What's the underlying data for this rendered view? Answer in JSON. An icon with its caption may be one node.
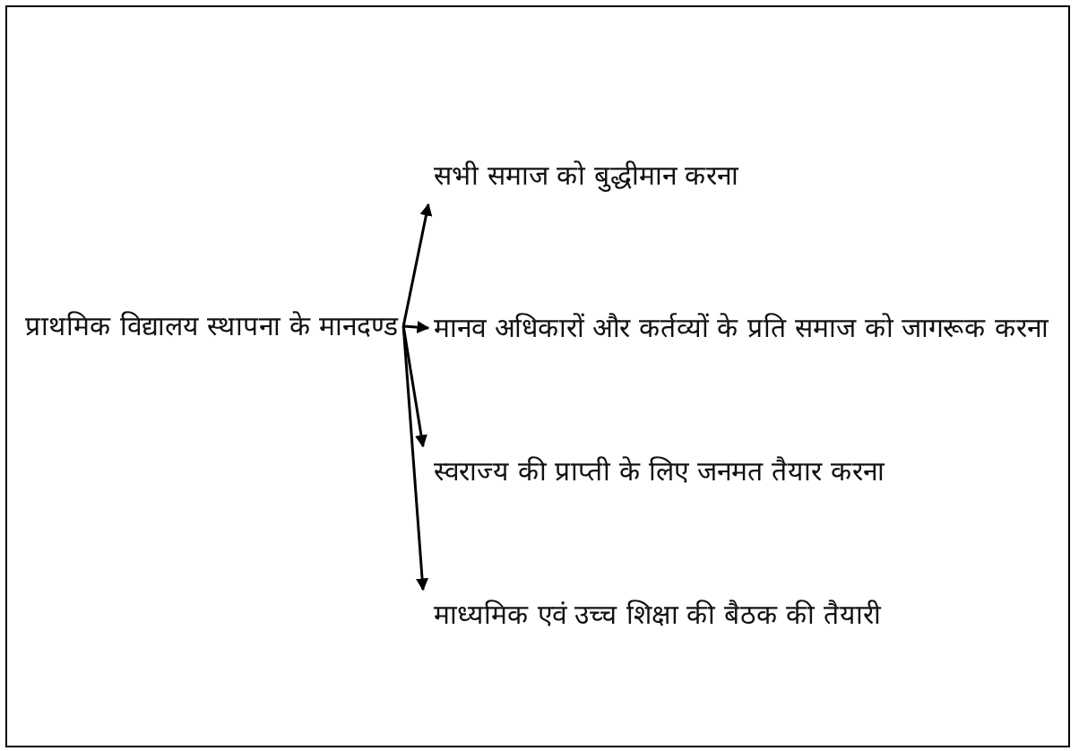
{
  "diagram": {
    "nodes": [
      {
        "text": [
          "प्राथमिक विद्यालय स्थापना के मानदण्ड"
        ]
      },
      {
        "text": [
          "सभी समाज को बुद्धीमान करना"
        ]
      },
      {
        "text": [
          "मानव अधिकारों और कर्तव्यों के प्रति समाज को जागरूक करना"
        ]
      },
      {
        "text": [
          "स्वराज्य की प्राप्ती के लिए जनमत तैयार करना"
        ]
      },
      {
        "text": [
          "माध्यमिक एवं उच्च शिक्षा की बैठक की तैयारी"
        ]
      }
    ],
    "edges": [
      {
        "from": 0,
        "to": 1,
        "arrow": "to"
      },
      {
        "from": 0,
        "to": 2,
        "arrow": "to"
      },
      {
        "from": 0,
        "to": 3,
        "arrow": "to"
      },
      {
        "from": 0,
        "to": 4,
        "arrow": "to"
      }
    ]
  }
}
